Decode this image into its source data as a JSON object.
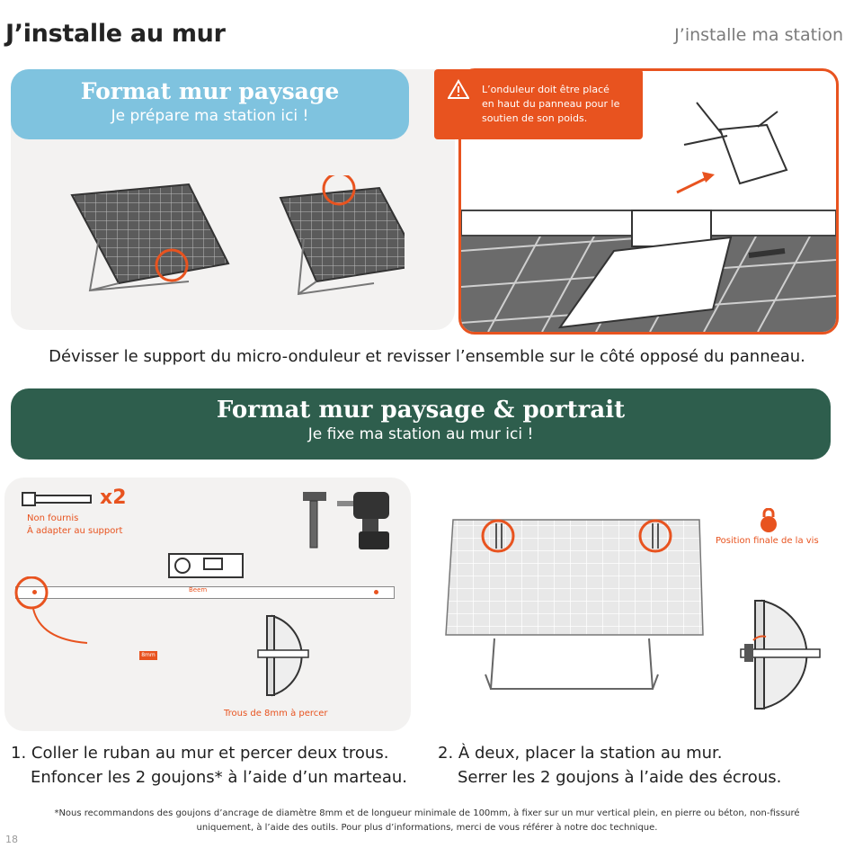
{
  "header": {
    "title": "J’installe au mur",
    "section": "J’installe ma station"
  },
  "landscape": {
    "banner_title": "Format mur paysage",
    "banner_subtitle": "Je prépare ma station ici !",
    "warning": [
      "L’onduleur doit être placé",
      "en haut du panneau pour le",
      "soutien de son poids."
    ],
    "caption": "Dévisser le support du micro-onduleur et revisser l’ensemble sur le côté opposé du panneau."
  },
  "portrait": {
    "banner_title": "Format mur paysage & portrait",
    "banner_subtitle": "Je fixe ma station au mur ici !"
  },
  "kit": {
    "quantity": "x2",
    "not_provided": "Non fournis",
    "adapt": "À adapter au support",
    "tape_brand": "Beem",
    "drill_size": "8mm",
    "holes": "Trous de 8mm à percer",
    "final_position": "Position finale de la vis"
  },
  "steps": [
    {
      "number": "1.",
      "line1": "Coller le ruban au mur et percer deux trous.",
      "line2": "Enfoncer les 2 goujons* à l’aide d’un marteau."
    },
    {
      "number": "2.",
      "line1": "À deux, placer la station au mur.",
      "line2": "Serrer les 2 goujons à l’aide des écrous."
    }
  ],
  "footnote": [
    "*Nous recommandons des goujons d’ancrage de diamètre 8mm et de longueur minimale de 100mm, à fixer sur un mur vertical plein, en pierre ou béton, non-fissuré",
    "uniquement, à l’aide des outils. Pour plus d’informations, merci de vous référer à notre doc technique."
  ],
  "page_number": "18",
  "colors": {
    "orange": "#e8531f",
    "blue": "#7fc3df",
    "green": "#2e5e4d",
    "panel_grey": "#f3f2f1"
  }
}
